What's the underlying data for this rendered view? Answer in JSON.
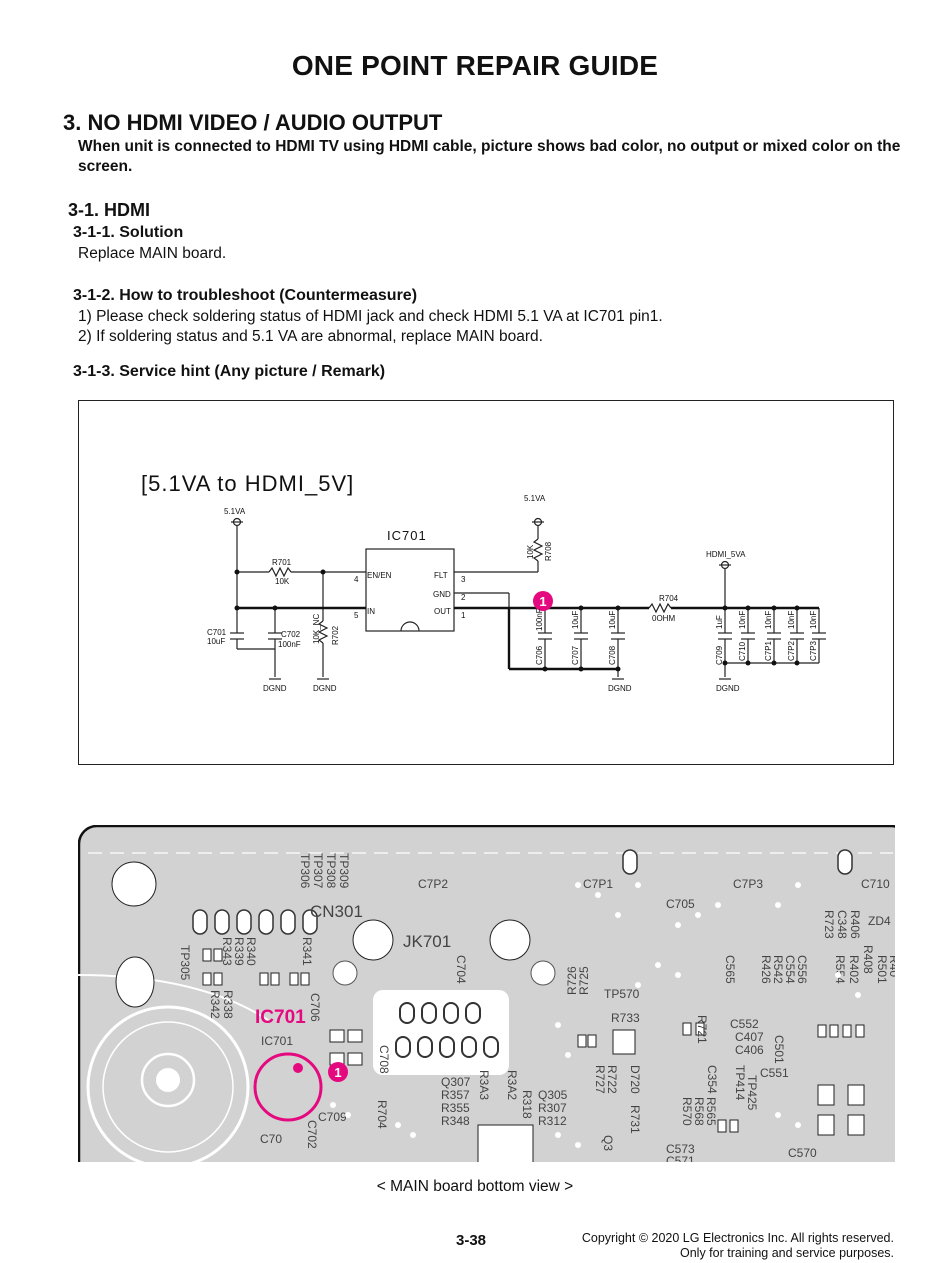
{
  "title": "ONE POINT REPAIR GUIDE",
  "section": {
    "heading": "3. NO HDMI VIDEO / AUDIO OUTPUT",
    "description": "When unit is connected to HDMI TV using HDMI cable, picture shows bad color, no output or mixed color on the screen."
  },
  "subsection": {
    "heading": "3-1. HDMI",
    "solution": {
      "title": "3-1-1. Solution",
      "text": "Replace MAIN board."
    },
    "troubleshoot": {
      "title": "3-1-2. How to troubleshoot (Countermeasure)",
      "steps": [
        "1) Please check soldering status of HDMI jack and check HDMI 5.1 VA at IC701 pin1.",
        "2) If soldering status and 5.1 VA are abnormal, replace MAIN board."
      ]
    },
    "hint": {
      "title": "3-1-3. Service hint (Any picture / Remark)"
    }
  },
  "schematic": {
    "title": "[5.1VA to HDMI_5V]",
    "ic": "IC701",
    "pins": {
      "en": "EN/EN",
      "in": "IN",
      "flt": "FLT",
      "gnd": "GND",
      "out": "OUT",
      "p4": "4",
      "p5": "5",
      "p3": "3",
      "p2": "2",
      "p1": "1"
    },
    "nets": {
      "v51a_left": "5.1VA",
      "v51a_top": "5.1VA",
      "hdmi": "HDMI_5VA",
      "dgnd": "DGND"
    },
    "components": {
      "r701": "R701",
      "r701v": "10K",
      "c701": "C701",
      "c701v": "10uF",
      "c702": "C702",
      "c702v": "100nF",
      "r702v": "10K_NC",
      "r702": "R702",
      "r708v": "10K",
      "r708": "R708",
      "r704": "R704",
      "r704v": "0OHM",
      "c706v": "100nF",
      "c706": "C706",
      "c707v": "10uF",
      "c707": "C707",
      "c708v": "10uF",
      "c708": "C708",
      "c709v": "1uF",
      "c709": "C709",
      "c710v": "10nF",
      "c710": "C710",
      "c7p1v": "10nF",
      "c7p1": "C7P1",
      "c7p2v": "10nF",
      "c7p2": "C7P2",
      "c7p3v": "10nF",
      "c7p3": "C7P3"
    },
    "marker": "1"
  },
  "pcb": {
    "ic_label": "IC701",
    "marker": "1",
    "silk": {
      "cn": "CN301",
      "jk": "JK701",
      "tp306": "TP306",
      "tp307": "TP307",
      "tp308": "TP308",
      "tp309": "TP309",
      "c7p2": "C7P2",
      "c7p1": "C7P1",
      "c7p3": "C7P3",
      "c705": "C705",
      "c710": "C710",
      "tp305": "TP305",
      "r343": "R343",
      "r339": "R339",
      "r340": "R340",
      "r341": "R341",
      "r342": "R342",
      "r338": "R338",
      "ic701": "IC701",
      "c706": "C706",
      "c704": "C704",
      "c708": "C708",
      "c709": "C709",
      "r704": "R704",
      "c702": "C702",
      "c70": "C70",
      "q307": "Q307",
      "r357": "R357",
      "r355": "R355",
      "r348": "R348",
      "r3a3": "R3A3",
      "r3a2": "R3A2",
      "r318": "R318",
      "q305": "Q305",
      "r307": "R307",
      "r312": "R312",
      "q3": "Q3",
      "tp570": "TP570",
      "r733": "R733",
      "r725": "R725",
      "r726": "R726",
      "r727": "R727",
      "r722": "R722",
      "d720": "D720",
      "r731": "R731",
      "r721": "R721",
      "c565": "C565",
      "r426": "R426",
      "r542": "R542",
      "c554": "C554",
      "c556": "C556",
      "c552": "C552",
      "c407": "C407",
      "c406": "C406",
      "c501": "C501",
      "c551": "C551",
      "tp414": "TP414",
      "tp425": "TP425",
      "c354": "C354",
      "r570": "R570",
      "r568": "R568",
      "r565": "R565",
      "c573": "C573",
      "c570": "C570",
      "c571": "C571",
      "r723": "R723",
      "c348": "C348",
      "r406": "R406",
      "r408": "R408",
      "r402": "R402",
      "r501": "R501",
      "r40": "R40",
      "r554": "R554",
      "zd4": "ZD4"
    }
  },
  "caption": "< MAIN board bottom view >",
  "footer": {
    "page": "3-38",
    "copyright": "Copyright © 2020 LG Electronics Inc. All rights reserved.",
    "training": "Only for training and service purposes."
  }
}
